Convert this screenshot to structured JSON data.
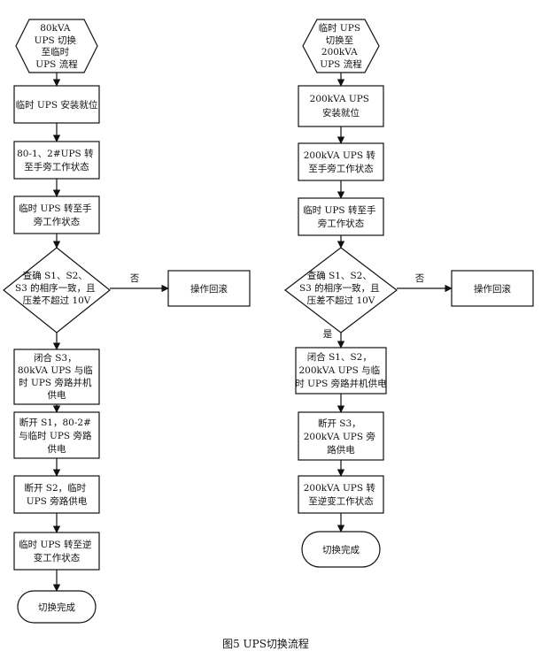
{
  "caption": "图5  UPS切换流程",
  "left_flow": {
    "start": [
      "80kVA",
      "UPS 切换",
      "至临时",
      "UPS 流程"
    ],
    "step1": [
      "临时 UPS 安装就位"
    ],
    "step2": [
      "80-1、2#UPS 转",
      "至手旁工作状态"
    ],
    "step3": [
      "临时 UPS 转至手",
      "旁工作状态"
    ],
    "decision": [
      "查确 S1、S2、",
      "S3 的相序一致，且",
      "压差不超过 10V"
    ],
    "no_label": "否",
    "rollback": [
      "操作回滚"
    ],
    "step4": [
      "闭合 S3，",
      "80kVA UPS 与临",
      "时 UPS 旁路并机",
      "供电"
    ],
    "step5": [
      "断开 S1，80-2#",
      "与临时 UPS 旁路",
      "供电"
    ],
    "step6": [
      "断开 S2，临时",
      "UPS 旁路供电"
    ],
    "step7": [
      "临时 UPS 转至逆",
      "变工作状态"
    ],
    "end": [
      "切换完成"
    ]
  },
  "right_flow": {
    "start": [
      "临时 UPS",
      "切换至",
      "200kVA",
      "UPS 流程"
    ],
    "step1": [
      "200kVA UPS",
      "安装就位"
    ],
    "step2": [
      "200kVA UPS 转",
      "至手旁工作状态"
    ],
    "step3": [
      "临时 UPS 转至手",
      "旁工作状态"
    ],
    "decision": [
      "查确 S1、S2、",
      "S3 的相序一致，且",
      "压差不超过 10V"
    ],
    "no_label": "否",
    "yes_label": "是",
    "rollback": [
      "操作回滚"
    ],
    "step4": [
      "闭合 S1、S2，",
      "200kVA UPS 与临",
      "时 UPS 旁路并机供电"
    ],
    "step5": [
      "断开 S3，",
      "200kVA UPS 旁",
      "路供电"
    ],
    "step6": [
      "200kVA UPS 转",
      "至逆变工作状态"
    ],
    "end": [
      "切换完成"
    ]
  }
}
